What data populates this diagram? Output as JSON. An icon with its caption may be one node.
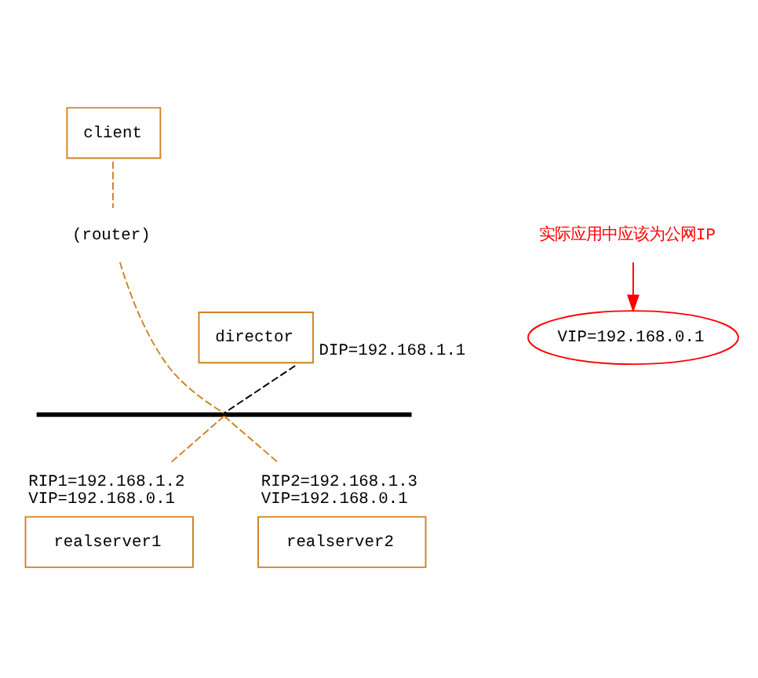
{
  "diagram": {
    "nodes": [
      {
        "text": [
          "client"
        ]
      },
      {
        "text": [
          "(router)"
        ]
      },
      {
        "text": [
          "director"
        ],
        "beside": [
          "DIP=192.168.1.1"
        ]
      },
      {
        "text": [
          "VIP=192.168.0.1"
        ]
      },
      {
        "text": [
          "实际应用中应该为公网IP"
        ]
      },
      {
        "text": [],
        "shape": "bar"
      },
      {
        "text": [
          "realserver1"
        ],
        "beside": [
          "RIP1=192.168.1.2",
          "VIP=192.168.0.1"
        ]
      },
      {
        "text": [
          "realserver2"
        ],
        "beside": [
          "RIP2=192.168.1.3",
          "VIP=192.168.0.1"
        ]
      }
    ],
    "edges": [
      {
        "from": 0,
        "to": 1,
        "arrow": "none",
        "style": "dashed"
      },
      {
        "from": 1,
        "to": 5,
        "arrow": "none",
        "style": "dashed"
      },
      {
        "from": 2,
        "to": 5,
        "arrow": "none",
        "style": "dashed",
        "color": "#000000"
      },
      {
        "from": 4,
        "to": 3,
        "arrow": "to",
        "color": "#ff0000"
      },
      {
        "from": 5,
        "to": 6,
        "arrow": "none",
        "style": "dashed"
      },
      {
        "from": 5,
        "to": 7,
        "arrow": "none",
        "style": "dashed"
      }
    ]
  }
}
